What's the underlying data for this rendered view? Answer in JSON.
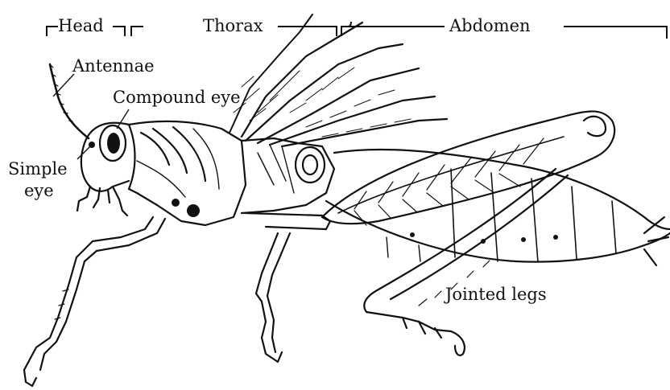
{
  "diagram": {
    "regions": {
      "head": "Head",
      "thorax": "Thorax",
      "abdomen": "Abdomen"
    },
    "labels": {
      "antennae": "Antennae",
      "compound_eye": "Compound eye",
      "simple_eye_line1": "Simple",
      "simple_eye_line2": "eye",
      "jointed_legs": "Jointed legs"
    }
  }
}
